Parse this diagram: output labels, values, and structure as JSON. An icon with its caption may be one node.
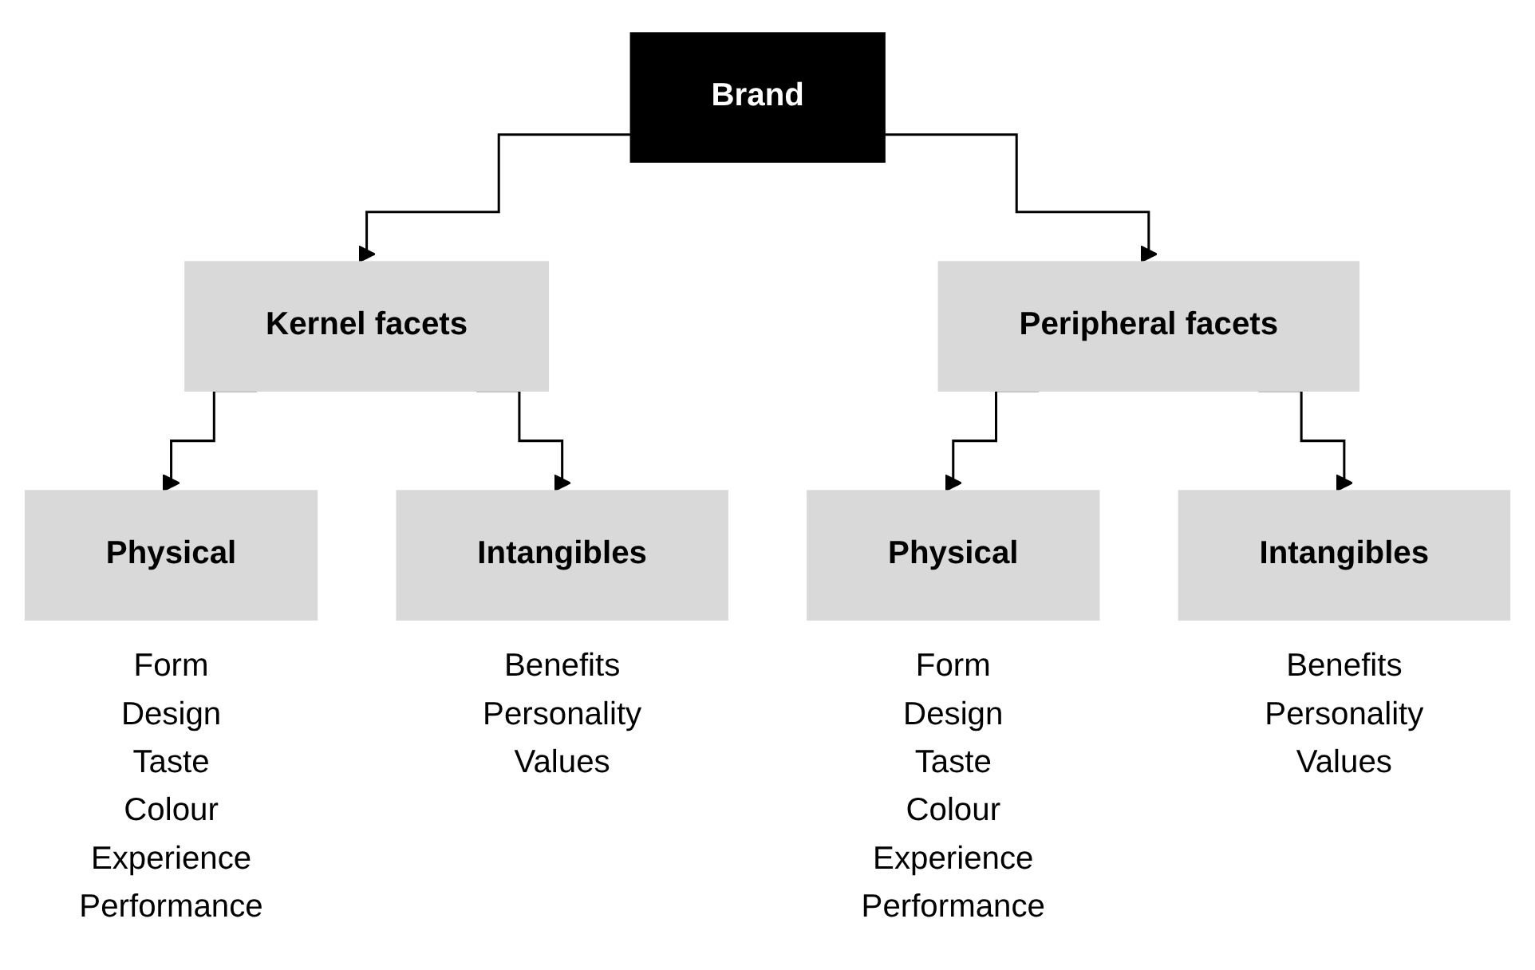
{
  "diagram": {
    "nodes": [
      {
        "text": [
          "Brand"
        ]
      },
      {
        "text": [
          "Kernel facets"
        ]
      },
      {
        "text": [
          "Peripheral facets"
        ]
      },
      {
        "text": [
          "Physical"
        ],
        "beside": [
          "Form",
          "Design",
          "Taste",
          "Colour",
          "Experience",
          "Performance"
        ]
      },
      {
        "text": [
          "Intangibles"
        ],
        "beside": [
          "Benefits",
          "Personality",
          "Values"
        ]
      },
      {
        "text": [
          "Physical"
        ],
        "beside": [
          "Form",
          "Design",
          "Taste",
          "Colour",
          "Experience",
          "Performance"
        ]
      },
      {
        "text": [
          "Intangibles"
        ],
        "beside": [
          "Benefits",
          "Personality",
          "Values"
        ]
      }
    ],
    "edges": [
      {
        "from": 0,
        "to": 1,
        "arrow": "to"
      },
      {
        "from": 0,
        "to": 2,
        "arrow": "to"
      },
      {
        "from": 1,
        "to": 3,
        "arrow": "to"
      },
      {
        "from": 1,
        "to": 4,
        "arrow": "to"
      },
      {
        "from": 2,
        "to": 5,
        "arrow": "to"
      },
      {
        "from": 2,
        "to": 6,
        "arrow": "to"
      }
    ]
  }
}
